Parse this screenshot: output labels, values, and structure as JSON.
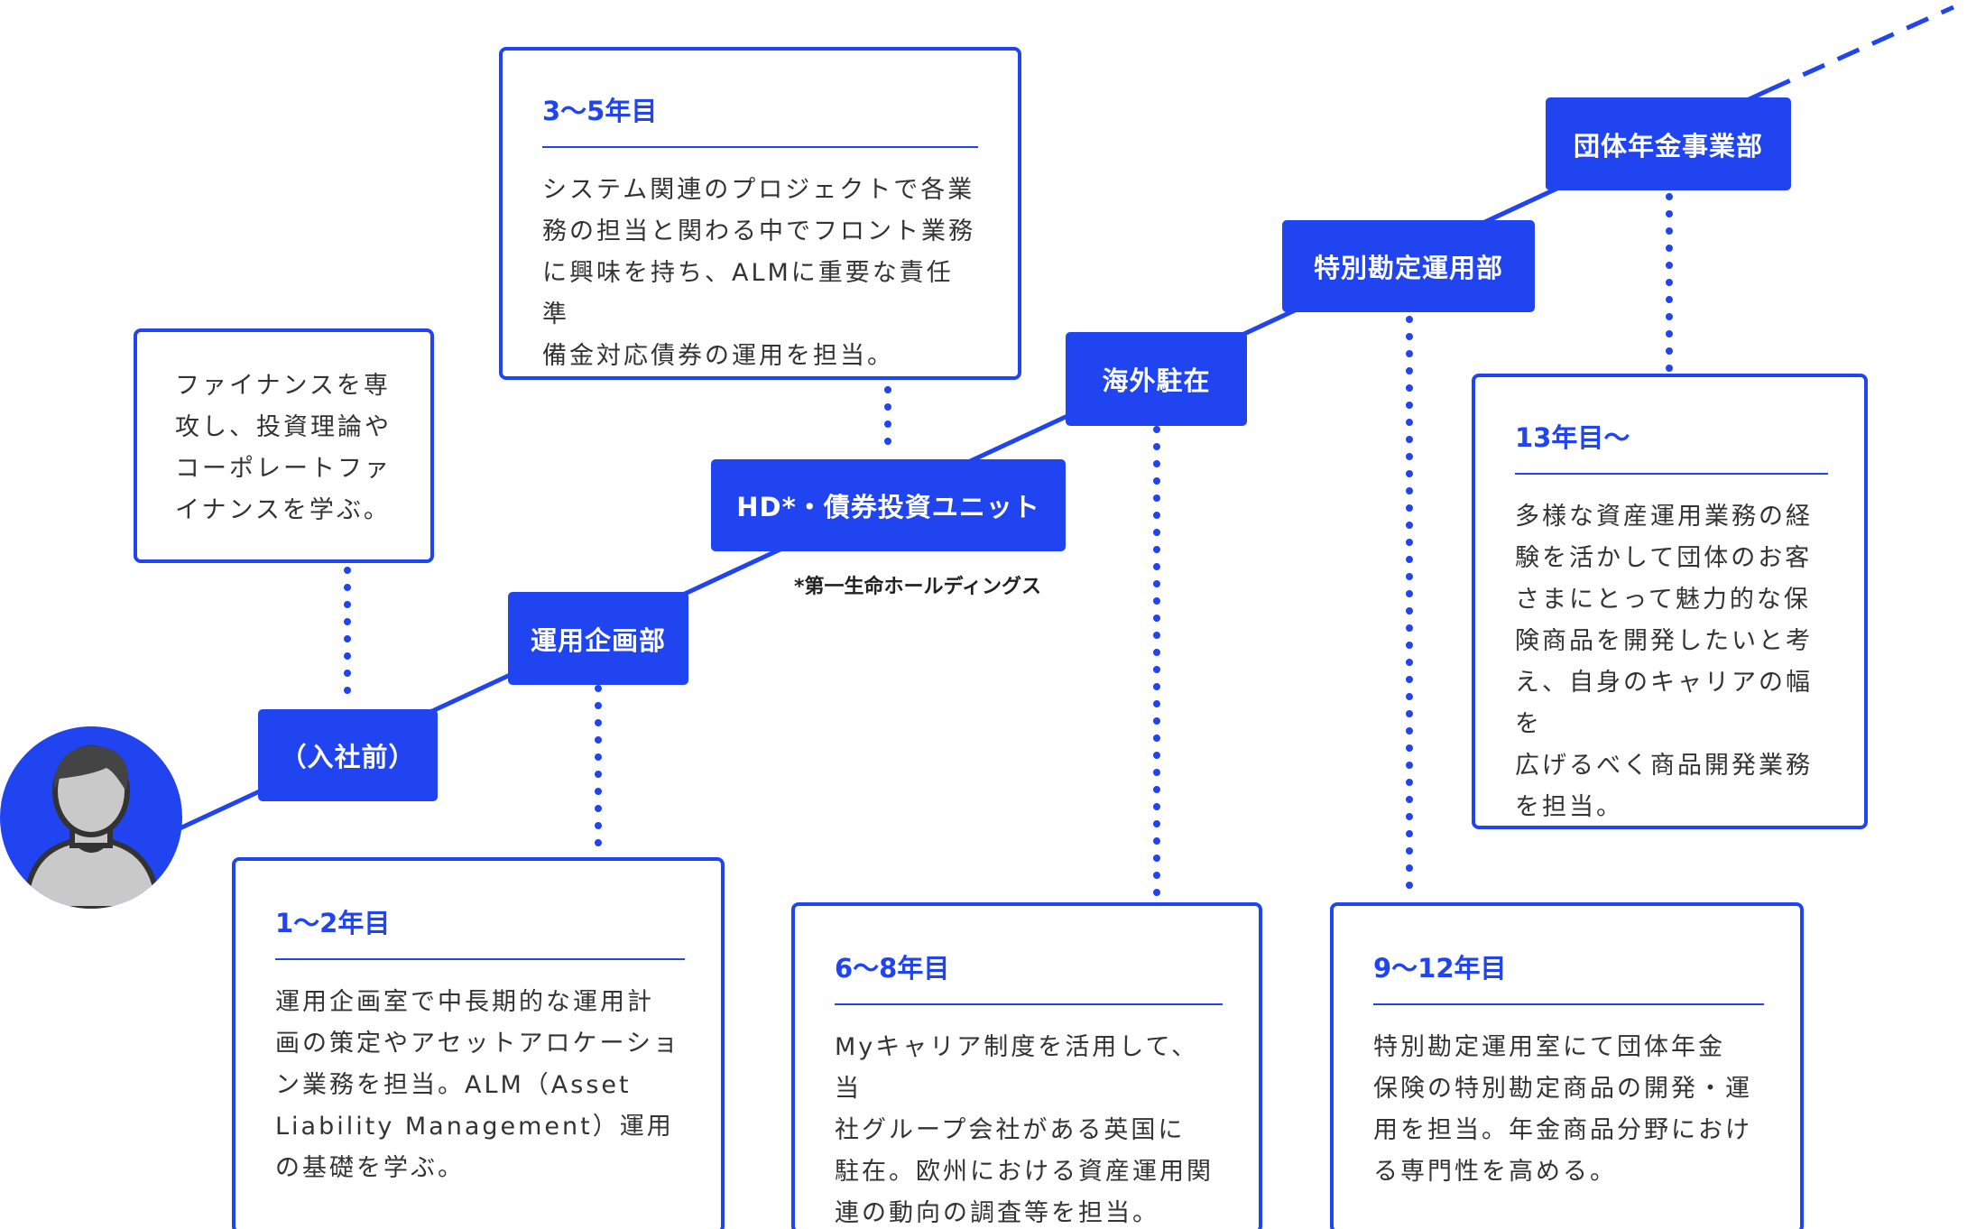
{
  "steps": {
    "pre_entry": "（入社前）",
    "planning": "運用企画部",
    "hd_bond": "HD*・債券投資ユニット",
    "overseas": "海外駐在",
    "special_account": "特別勘定運用部",
    "group_pension": "団体年金事業部"
  },
  "footnote": "*第一生命ホールディングス",
  "cards": {
    "pre_entry": {
      "body": "ファイナンスを専\n攻し、投資理論や\nコーポレートファ\nイナンスを学ぶ。"
    },
    "years_1_2": {
      "heading": "1〜2年目",
      "body": "運用企画室で中長期的な運用計\n画の策定やアセットアロケーショ\nン業務を担当。ALM（Asset\nLiability Management）運用\nの基礎を学ぶ。"
    },
    "years_3_5": {
      "heading": "3〜5年目",
      "body": "システム関連のプロジェクトで各業\n務の担当と関わる中でフロント業務\nに興味を持ち、ALMに重要な責任準\n備金対応債券の運用を担当。"
    },
    "years_6_8": {
      "heading": "6〜8年目",
      "body": "Myキャリア制度を活用して、当\n社グループ会社がある英国に\n駐在。欧州における資産運用関\n連の動向の調査等を担当。"
    },
    "years_9_12": {
      "heading": "9〜12年目",
      "body": "特別勘定運用室にて団体年金\n保険の特別勘定商品の開発・運\n用を担当。年金商品分野におけ\nる専門性を高める。"
    },
    "years_13": {
      "heading": "13年目〜",
      "body": "多様な資産運用業務の経\n験を活かして団体のお客\nさまにとって魅力的な保\n険商品を開発したいと考\nえ、自身のキャリアの幅を\n広げるべく商品開発業務\nを担当。"
    }
  },
  "colors": {
    "accent": "#1f44f0",
    "avatar_bg": "#1f44f0",
    "avatar_figure": "#c9c9c9",
    "avatar_outline": "#333333"
  },
  "icons": {
    "avatar": "person-avatar-icon"
  }
}
